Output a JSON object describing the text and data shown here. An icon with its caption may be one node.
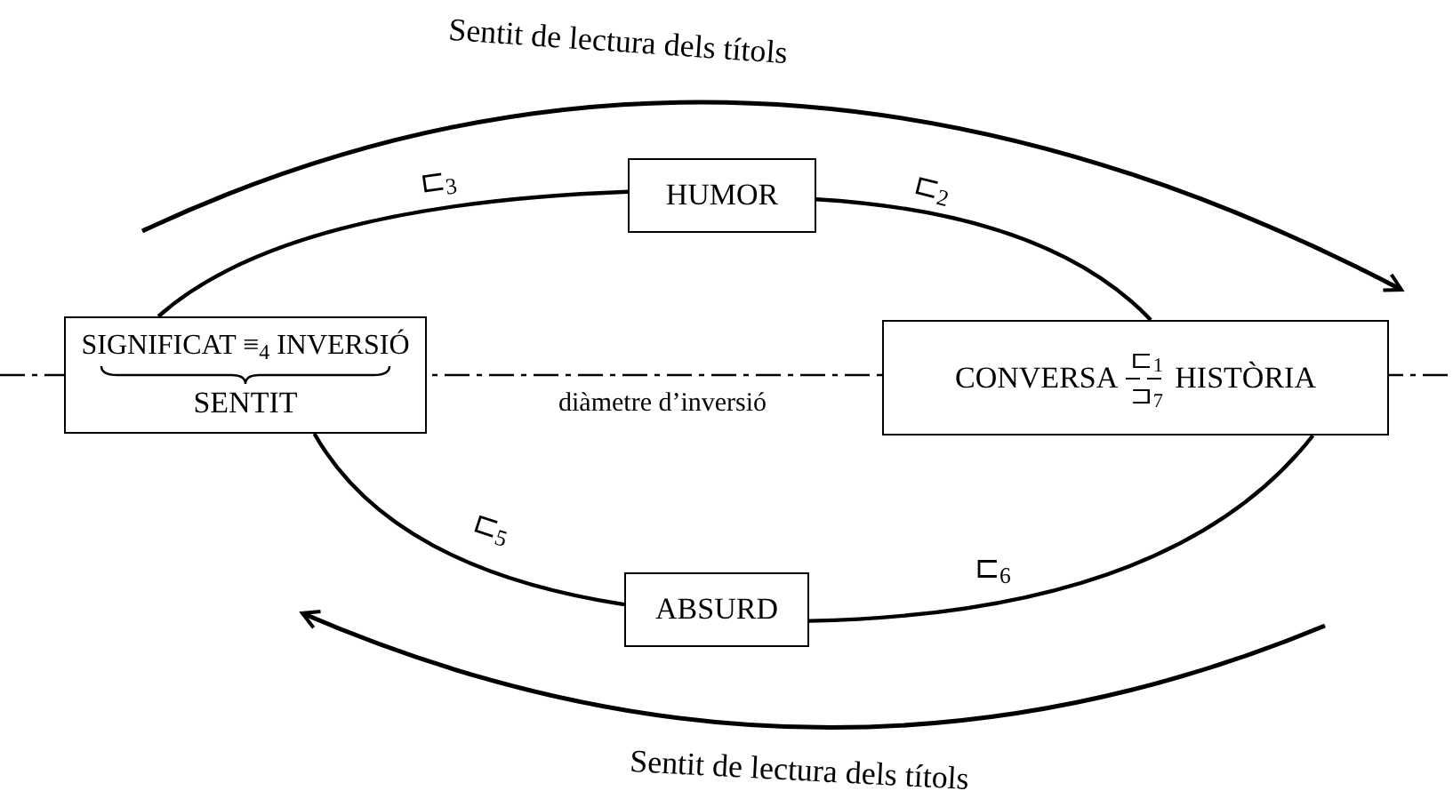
{
  "diagram": {
    "nodes": [
      {
        "text": [
          "SIGNIFICAT ≡$_{4}$ INVERSIÓ",
          "SENTIT"
        ]
      },
      {
        "text": [
          "HUMOR"
        ]
      },
      {
        "text": [
          "CONVERSA",
          "⊏$_{1}$",
          "⊐$_{7}$",
          "HISTÒRIA"
        ]
      },
      {
        "text": [
          "ABSURD"
        ]
      }
    ],
    "edges": [
      {
        "from": 0,
        "to": 1,
        "arrow": "none",
        "label": "⊏$_{3}$"
      },
      {
        "from": 1,
        "to": 2,
        "arrow": "none",
        "label": "⊏$_{2}$"
      },
      {
        "from": 0,
        "to": 3,
        "arrow": "none",
        "label": "⊏$_{5}$"
      },
      {
        "from": 3,
        "to": 2,
        "arrow": "none",
        "label": "⊏$_{6}$"
      }
    ],
    "labels": [
      "Sentit de lectura dels títols",
      "diàmetre d’inversió",
      "Sentit de lectura dels títols"
    ]
  }
}
